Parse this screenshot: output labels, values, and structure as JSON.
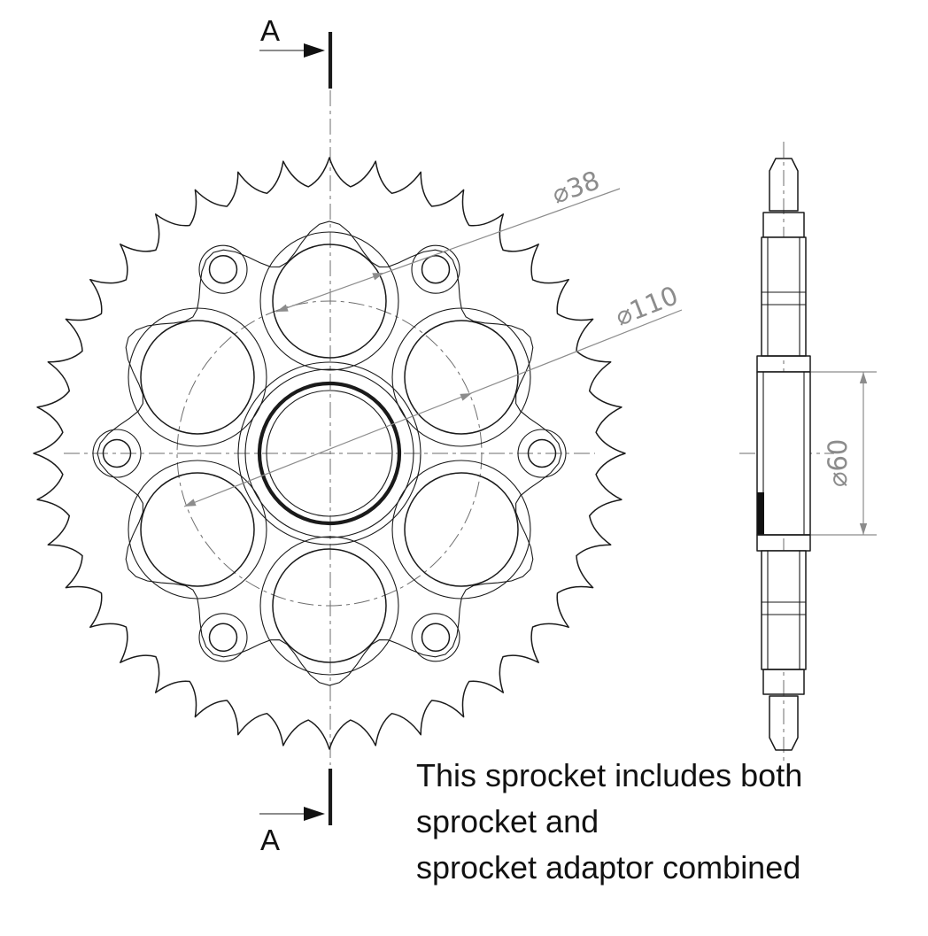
{
  "section_marks": {
    "top": "A",
    "bottom": "A"
  },
  "dimensions": {
    "hole_diameter": "⌀38",
    "bolt_circle_diameter": "⌀110",
    "hub_diameter": "⌀60"
  },
  "caption": {
    "line1": "This sprocket includes both",
    "line2": "sprocket and",
    "line3": "sprocket adaptor combined"
  },
  "colors": {
    "line": "#1a1a1a",
    "dimension": "#8c8c8c",
    "background": "#ffffff"
  }
}
